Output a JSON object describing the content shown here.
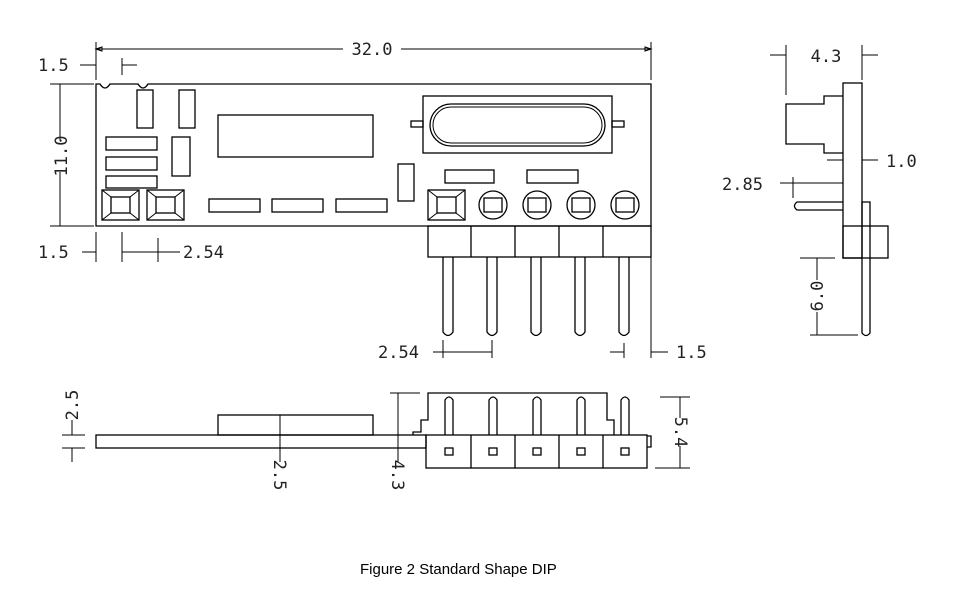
{
  "caption": "Figure 2 Standard Shape DIP",
  "dimensions": {
    "top_length": "32.0",
    "left_offset_top": "1.5",
    "height": "11.0",
    "left_offset_bottom": "1.5",
    "pad_pitch_top": "2.54",
    "pin_pitch": "2.54",
    "right_offset": "1.5",
    "side_width": "4.3",
    "board_thickness": "1.0",
    "pin_offset": "2.85",
    "pin_length": "6.0",
    "bottom_left_thickness": "2.5",
    "component_height": "2.5",
    "overall_height": "4.3",
    "header_height": "5.4"
  }
}
